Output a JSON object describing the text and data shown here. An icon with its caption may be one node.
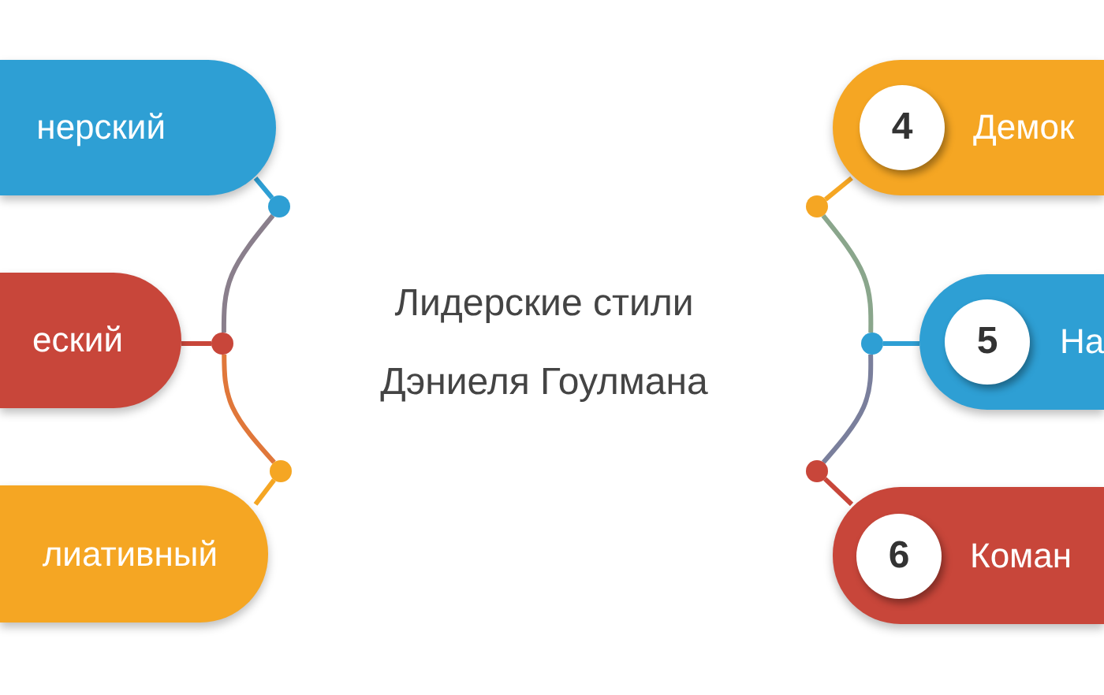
{
  "diagram": {
    "title": "Лидерские стили Дэниеля Гоулмана",
    "nodes": [
      {
        "text": [
          "нерский"
        ]
      },
      {
        "text": [
          "еский"
        ]
      },
      {
        "text": [
          "лиативный"
        ]
      },
      {
        "text": [],
        "shape": "circle"
      },
      {
        "text": [],
        "shape": "circle"
      },
      {
        "text": [],
        "shape": "circle"
      },
      {
        "text": [
          "Демок"
        ]
      },
      {
        "text": [
          "4"
        ],
        "in": 6
      },
      {
        "text": [
          "На"
        ]
      },
      {
        "text": [
          "5"
        ],
        "in": 8
      },
      {
        "text": [
          "Коман"
        ]
      },
      {
        "text": [
          "6"
        ],
        "in": 10
      },
      {
        "text": [],
        "shape": "circle"
      },
      {
        "text": [],
        "shape": "circle"
      },
      {
        "text": [],
        "shape": "circle"
      }
    ],
    "edges": [
      {
        "from": 0,
        "to": 3,
        "arrow": "none",
        "color": "#2e9fd4"
      },
      {
        "from": 1,
        "to": 4,
        "arrow": "none",
        "color": "#c8463a"
      },
      {
        "from": 2,
        "to": 5,
        "arrow": "none",
        "color": "#f5a623"
      },
      {
        "from": 3,
        "to": 4,
        "arrow": "none",
        "color": "#8a7f8c"
      },
      {
        "from": 4,
        "to": 5,
        "arrow": "none",
        "color": "#e0773a"
      },
      {
        "from": 6,
        "to": 12,
        "arrow": "none",
        "color": "#f5a623"
      },
      {
        "from": 8,
        "to": 13,
        "arrow": "none",
        "color": "#2e9fd4"
      },
      {
        "from": 10,
        "to": 14,
        "arrow": "none",
        "color": "#c8463a"
      },
      {
        "from": 12,
        "to": 13,
        "arrow": "none",
        "color": "#8aa68c"
      },
      {
        "from": 13,
        "to": 14,
        "arrow": "none",
        "color": "#7a7f9c"
      }
    ]
  }
}
